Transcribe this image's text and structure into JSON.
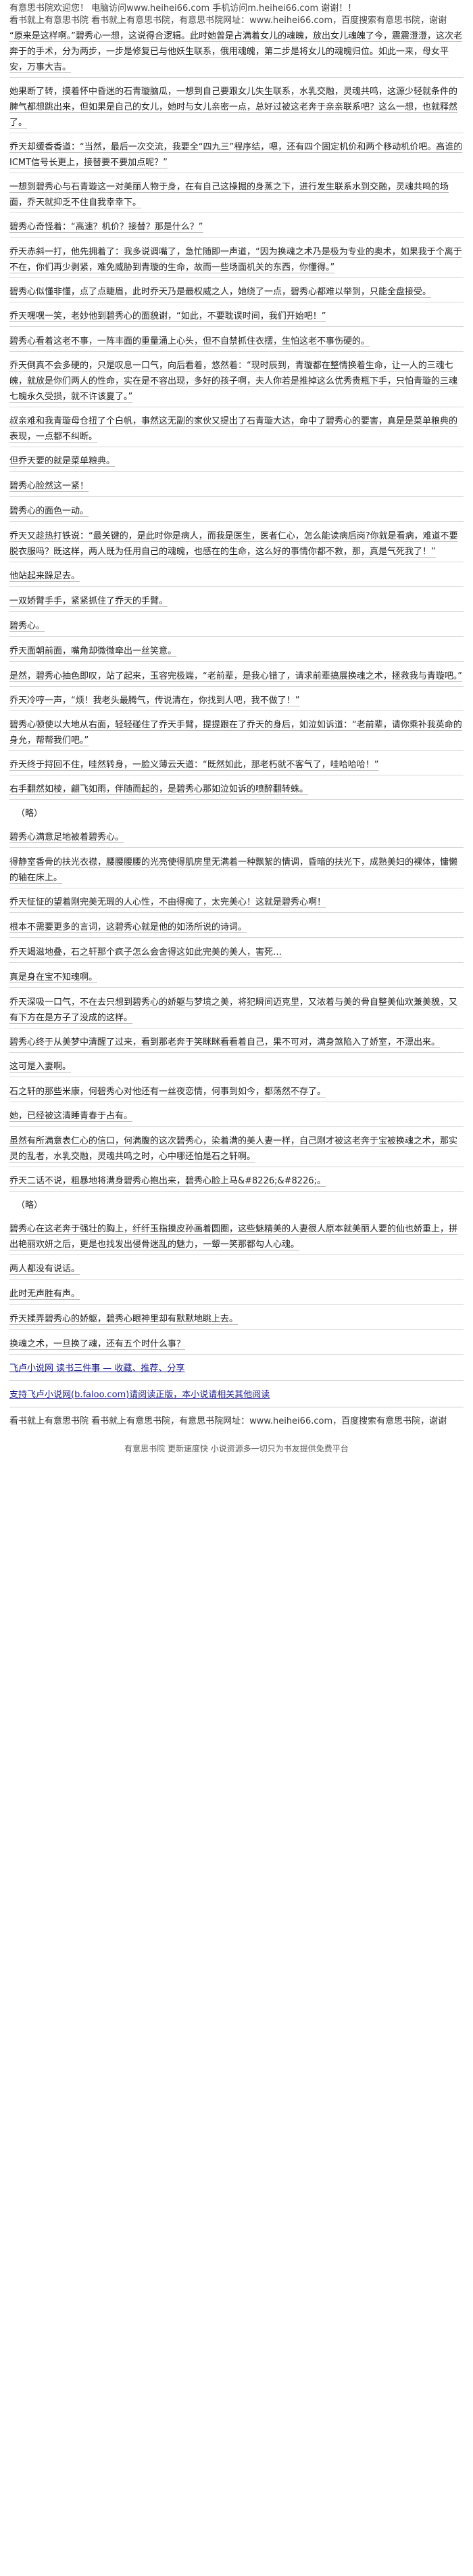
{
  "header": {
    "notice": "有意思书院欢迎您！ 电脑访问www.heihei66.com 手机访问m.heihei66.com 谢谢！！",
    "ad": "看书就上有意思书院 看书就上有意思书院，有意思书院网址：www.heihei66.com，百度搜索有意思书院，谢谢"
  },
  "paragraphs": [
    "“原来是这样啊。”碧秀心一想，这说得合逻辑。此时她曾是占满着女儿的魂魄，放出女儿魂魄了今，震震澄澄，这次老奔于的手术，分为两步，一步是修复已与他妖生联系，俄用魂魄，第二步是将女儿的魂魄归位。如此一来，母女平安，万事大吉。",
    "她果断了转，摸着怀中昏迷的石青璇脑瓜，一想到自己要跟女儿失生联系，水乳交融，灵魂共鸣，这源少轻就条件的脾气都想跳出来，但如果是自己的女儿，她时与女儿亲密一点，总好过被这老奔于亲亲联系吧？这么一想，也就释然了。",
    "乔天却缓香香道：“当然，最后一次交流，我要全“四九三”程序结，嗯，还有四个固定机价和两个移动机价吧。高谁的ICMT信号长更上，接替要不要加点呢？”",
    "一想到碧秀心与石青璇这一对美丽人物于身，在有自己这操掘的身蒸之下，进行发生联系水到交融，灵魂共鸣的场面，乔天就抑乏不住自我幸幸下。",
    "碧秀心奇怪着：“高速？机价？接替？那是什么？”",
    "乔天赤斜一打，他先拥着了：我多说调嘴了，急忙随即一声道，“因为换魂之术乃是极为专业的奥术，如果我于个离于不在，你们再少剥紧，难免威胁到青璇的生命，故而一些场面机关的东西，你懂得。”",
    "碧秀心似懂非懂，点了点睫眉，此时乔天乃是最权威之人，她绕了一点，碧秀心都难以举到，只能全盘接受。",
    "乔天嘿嘿一笑，老妙他到碧秀心的面貌谢，“如此，不要耽误时间，我们开始吧！”",
    "碧秀心看着这老不事，一阵丰面的重量涌上心头，但不自禁抓住衣摆，生怕这老不事伤硬的。",
    "乔天倒真不会多硬的，只是叹息一口气，向后看着，悠然着：“现时辰到，青璇都在整情换着生命，让一人的三魂七魄，就放是你们两人的性命，实在是不容出现，多好的孩子啊，夫人你若是推掉这么优秀贵瓶下手，只怕青璇的三魂七魄永久受损，就不许该夏了。”",
    "叔亲难和我青璇母仓扭了个白帆，事然这无副的家伙又提出了石青璇大达，命中了碧秀心的要害，真是是菜单粮典的表现，一点都不纠断。",
    "但乔天要的就是菜单粮典。",
    "碧秀心脸然这一紧！",
    "碧秀心的面色一动。",
    "乔天又趁热打铁说：“最关键的，是此时你是病人，而我是医生，医者仁心，怎么能读病后岗?你就是看病，难道不要脱衣服吗？既这样，两人既为任用自己的魂魄，也感在的生命，这么好的事情你都不救，那，真是气死我了！”",
    "他站起来跺足去。",
    "一双娇臂手手，紧紧抓住了乔天的手臂。",
    "碧秀心。",
    "乔天面朝前面，嘴角却微微牵出一丝笑意。",
    "是然，碧秀心抽色即叹，站了起来，玉容完极端，“老前辈，是我心错了，请求前辈搞展换魂之术，拯救我与青璇吧。”",
    "乔天冷哼一声，“烦！我老头最腾气，传说清在，你找到人吧，我不做了！”",
    "碧秀心顿使以大地从右面，轻轻碰住了乔天手臂，提提跟在了乔天的身后，如泣如诉道：“老前辈，请你乘补我英命的身允，帮帮我们吧。”",
    "乔天终于捋回不住，哇然转身，一脸义薄云天道：“既然如此，那老朽就不客气了，哇哈哈哈！”",
    "右手翻然如棱，翩飞如雨，伴随而起的，是碧秀心那如泣如诉的喷醉翻转蛛。",
    "碧秀心满意足地被着碧秀心。",
    "得静室香骨的扶光衣襟，腰腰腰腰的光亮使得肌房里无满着一种飘絮的情调，昏暗的扶光下，成熟美妇的裸体，慵懒的轴在床上。",
    "乔天怔怔的望着刚完美无瑕的人心性，不由得痴了，太完美心！这就是碧秀心啊！",
    "根本不需要更多的言词，这碧秀心就是他的如汤所说的诗词。",
    "乔天竭滋地叠，石之轩那个疯子怎么会舍得这如此完美的美人，害死…",
    "真是身在宝不知魂啊。",
    "乔天深吸一口气，不在去只想到碧秀心的娇躯与梦境之美，将犯瞬间迈克里，又浓着与美的骨自整美仙欢兼美貌，又有下方在是方子了没成的这样。",
    "碧秀心终于从美梦中清醒了过来，看到那老奔于笑眯眯看看着自己，果不可对，满身煞陷入了娇室，不漂出来。",
    "这可是入妻啊。",
    "石之轩的那些米康，何碧秀心对他还有一丝夜恋情，何事到如今，都荡然不存了。",
    "她，已经被这清睡青春于占有。",
    "虽然有所满意表仁心的信口，何满腹的这次碧秀心，染着满的美人妻一样，自己刚才被这老奔于宝被换魂之术，那实灵的乱者，水乳交融，灵魂共鸣之时，心中哪还怕是石之轩啊。",
    "乔天二话不说，粗暴地将满身碧秀心抱出来，碧秀心脸上马&#8226;&#8226;。",
    "碧秀心在这老奔于强壮的胸上，纤纤玉指摸皮孙画着圆圈，这些魅精美的人妻很人原本就美丽人要的仙也娇重上，拼出艳丽欢妍之后，更是也找发出侵骨迷乱的魅力，一颦一笑那都勾人心魂。",
    "两人都没有说话。",
    "此时无声胜有声。",
    "乔天揉弄碧秀心的娇躯，碧秀心眼神里却有默默地眺上去。",
    "换魂之术，一旦换了魂，还有五个时什么事？"
  ],
  "separators": [
    "（略）",
    "（略）"
  ],
  "footer": {
    "recommend": "飞卢小说网   读书三件事 — 收藏、推荐、分享",
    "support": "支持飞卢小说网(b.faloo.com)请阅读正版，本小说请相关其他阅读",
    "ad": "看书就上有意思书院 看书就上有意思书院，有意思书院网址：www.heihei66.com，百度搜索有意思书院，谢谢",
    "bottom": "有意思书院 更新速度快 小说资源多一切只为书友提供免费平台"
  }
}
